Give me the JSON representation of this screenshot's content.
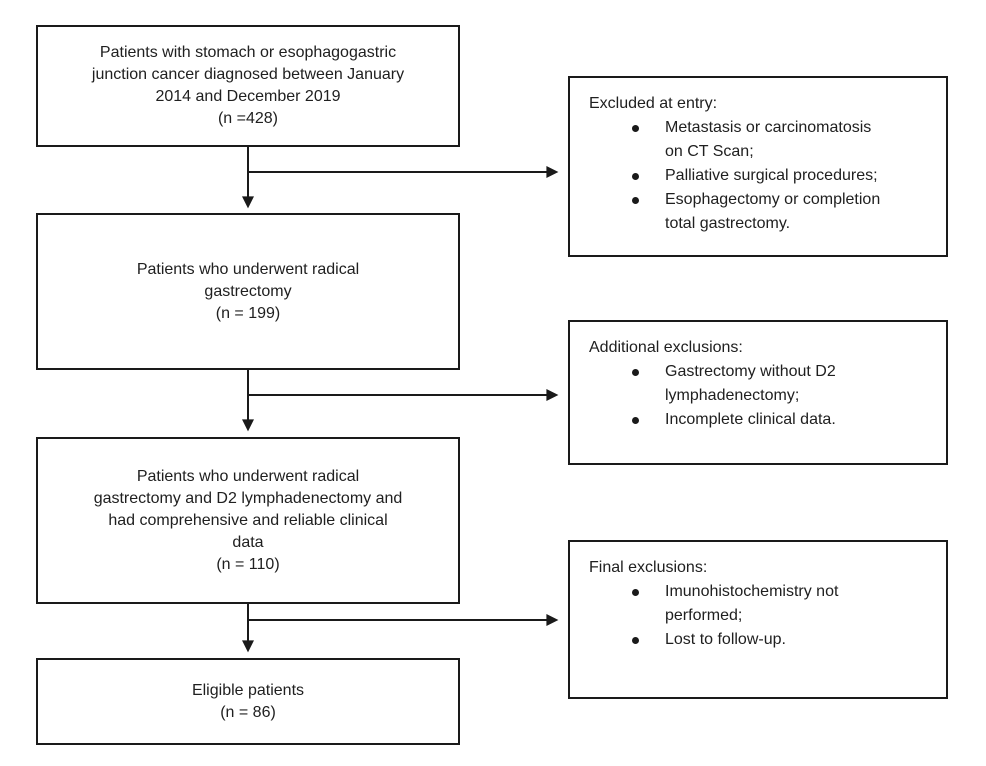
{
  "diagram": {
    "type": "patient-selection-flowchart",
    "flow_boxes": [
      {
        "text": "Patients with stomach or esophagogastric\njunction cancer diagnosed between January\n2014 and December 2019",
        "n_label": "(n =428)"
      },
      {
        "text": "Patients who underwent radical\ngastrectomy",
        "n_label": "(n = 199)"
      },
      {
        "text": "Patients who underwent radical\ngastrectomy and D2 lymphadenectomy and\nhad comprehensive and reliable clinical\ndata",
        "n_label": "(n = 110)"
      },
      {
        "text": "Eligible patients",
        "n_label": "(n = 86)"
      }
    ],
    "exclusion_boxes": [
      {
        "title": "Excluded at entry:",
        "items": [
          "Metastasis or carcinomatosis\non CT Scan;",
          "Palliative surgical procedures;",
          "Esophagectomy or completion\ntotal gastrectomy."
        ]
      },
      {
        "title": "Additional exclusions:",
        "items": [
          "Gastrectomy without D2\nlymphadenectomy;",
          "Incomplete clinical data."
        ]
      },
      {
        "title": "Final exclusions:",
        "items": [
          "Imunohistochemistry not\nperformed;",
          "Lost to follow-up."
        ]
      }
    ],
    "colors": {
      "border": "#1a1a1a",
      "text": "#202020",
      "background": "#ffffff"
    }
  }
}
